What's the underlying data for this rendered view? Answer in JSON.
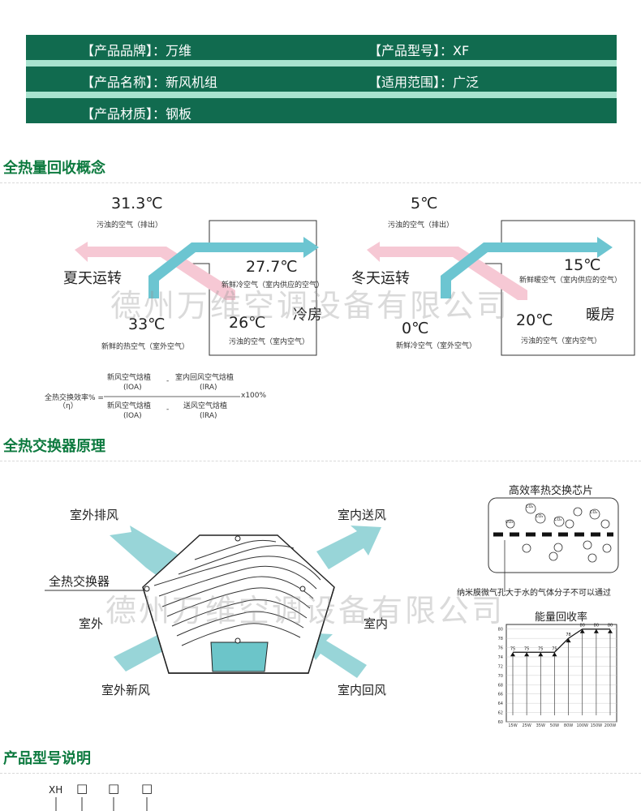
{
  "specs": {
    "brand_label": "【产品品牌】：万维",
    "model_label": "【产品型号】：XF",
    "name_label": "【产品名称】：新风机组",
    "scope_label": "【适用范围】：广泛",
    "material_label": "【产品材质】：钢板"
  },
  "sections": {
    "concept": "全热量回收概念",
    "principle": "全热交换器原理",
    "model_desc": "产品型号说明"
  },
  "summer": {
    "exhaust_temp": "31.3℃",
    "exhaust_label": "污浊的空气（排出）",
    "season": "夏天运转",
    "supply_temp": "27.7℃",
    "supply_label": "新鲜冷空气（室内供应的空气）",
    "room": "冷房",
    "outdoor_temp": "33℃",
    "outdoor_label": "新鲜的热空气（室外空气）",
    "indoor_temp": "26℃",
    "indoor_label": "污浊的空气（室内空气）"
  },
  "winter": {
    "exhaust_temp": "5℃",
    "exhaust_label": "污浊的空气（排出）",
    "season": "冬天运转",
    "supply_temp": "15℃",
    "supply_label": "新鲜暖空气（室内供应的空气）",
    "room": "暖房",
    "outdoor_temp": "0℃",
    "outdoor_label": "新鲜冷空气（室外空气）",
    "indoor_temp": "20℃",
    "indoor_label": "污浊的空气（室内空气）"
  },
  "formula": {
    "lhs1": "全热交换效率% =",
    "lhs2": "（η）",
    "num_a": "新风空气焓植",
    "num_a_sub": "(lOA)",
    "num_b": "室内回风空气焓植",
    "num_b_sub": "(lRA)",
    "den_a": "新风空气焓植",
    "den_a_sub": "(lOA)",
    "den_b": "送风空气焓植",
    "den_b_sub": "(lRA)",
    "minus": "-",
    "times": "x100%"
  },
  "watermark": "德州万维空调设备有限公司",
  "exchanger": {
    "outdoor_exhaust": "室外排风",
    "indoor_supply": "室内送风",
    "core": "全热交换器",
    "outdoor": "室外",
    "indoor": "室内",
    "outdoor_fresh": "室外新风",
    "indoor_return": "室内回风"
  },
  "chip": {
    "title": "高效率热交换芯片",
    "molecules": [
      "CO₂",
      "CO₂",
      "CO₂",
      "CO₂",
      "CO₂"
    ],
    "note": "纳米膜微气孔大于水的气体分子不可以通过"
  },
  "chart_data": {
    "type": "line",
    "title": "能量回收率",
    "categories": [
      "15W",
      "25W",
      "35W",
      "50W",
      "80W",
      "100W",
      "150W",
      "200W"
    ],
    "values": [
      75,
      75,
      75,
      75,
      78,
      80,
      80,
      80
    ],
    "point_labels": [
      "75",
      "75",
      "75",
      "75",
      "78",
      "80",
      "80",
      "80"
    ],
    "yticks": [
      "80",
      "78",
      "76",
      "74",
      "72",
      "70",
      "68",
      "66",
      "64",
      "62",
      "60"
    ],
    "ylim": [
      60,
      81
    ],
    "grid": true,
    "colors": {
      "line": "#111111",
      "grid": "#cccccc"
    }
  },
  "model": {
    "prefix": "XH",
    "boxes": [
      "□",
      "□",
      "□"
    ]
  },
  "colors": {
    "spec_bg": "#116b4f",
    "spec_gap": "#a8e3cf",
    "title_green": "#0d7a3f",
    "arrow_blue": "#6cc5d1",
    "arrow_pink": "#f6c8d4",
    "core_fill": "#6cc5c9"
  }
}
